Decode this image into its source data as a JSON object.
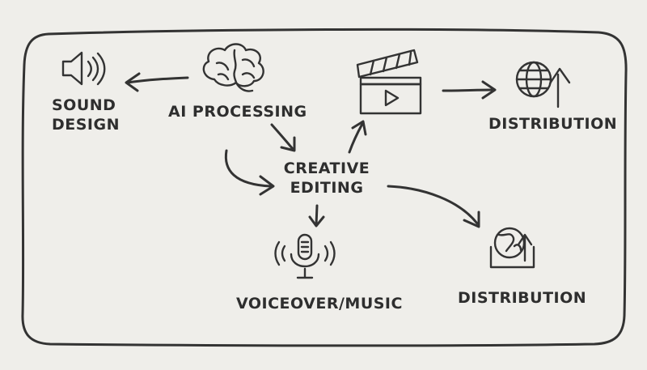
{
  "nodes": {
    "sound_design": {
      "line1": "SOUND",
      "line2": "DESIGN",
      "icon": "speaker-icon"
    },
    "ai_processing": {
      "label": "AI PROCESSING",
      "icon": "brain-icon"
    },
    "video": {
      "icon": "clapperboard-play-icon"
    },
    "distribution_top": {
      "label": "DISTRIBUTION",
      "icon": "globe-arrow-icon"
    },
    "creative_editing": {
      "line1": "CREATIVE",
      "line2": "EDITING"
    },
    "voiceover_music": {
      "label": "VOICEOVER/MUSIC",
      "icon": "microphone-icon"
    },
    "distribution_bottom": {
      "label": "DISTRIBUTION",
      "icon": "globe-upload-icon"
    }
  },
  "colors": {
    "background": "#efeeea",
    "stroke": "#333333",
    "text": "#2e2e2e"
  }
}
